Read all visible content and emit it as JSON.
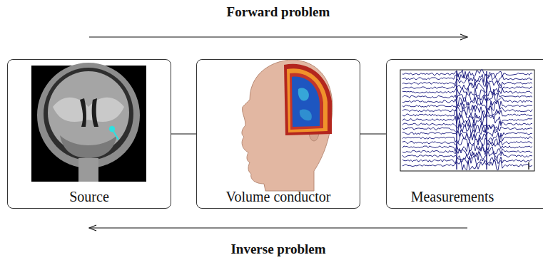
{
  "diagram": {
    "nodes": [
      {
        "text": [
          "Source"
        ]
      },
      {
        "text": [
          "Volume conductor"
        ]
      },
      {
        "text": [
          "Measurements"
        ]
      }
    ],
    "edges": [
      {
        "from": 0,
        "to": 1,
        "arrow": "none"
      },
      {
        "from": 1,
        "to": 2,
        "arrow": "none"
      }
    ],
    "labels": [
      "Forward problem",
      "Inverse problem"
    ]
  }
}
